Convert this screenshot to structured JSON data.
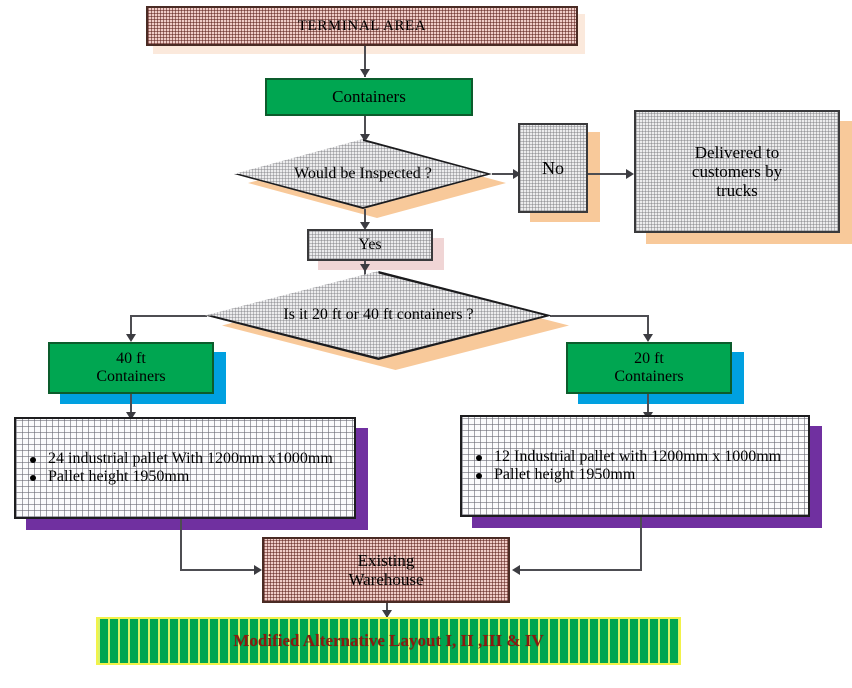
{
  "diagram": {
    "title": "Container terminal to warehouse flowchart",
    "colors": {
      "green_fill": "#00a651",
      "blue_shadow": "#00a0e0",
      "purple_shadow": "#7030a0",
      "orange_shadow": "#f8c99a",
      "pink_fill": "#f0cdc8",
      "pink_shadow": "#f0d5d5",
      "gray_fill": "#ececed",
      "banner_text": "#8c1a10",
      "banner_border": "#f2f24a"
    }
  },
  "nodes": {
    "terminal_area": {
      "label": "TERMINAL AREA"
    },
    "containers": {
      "label": "Containers"
    },
    "inspect_decision": {
      "line1": "Would be",
      "line2": "Inspected ?"
    },
    "no_box": {
      "label": "No"
    },
    "delivered": {
      "line1": "Delivered to",
      "line2": "customers by",
      "line3": "trucks"
    },
    "yes_box": {
      "label": "Yes"
    },
    "size_decision": {
      "line1": "Is it 20 ft or 40 ft",
      "line2": "containers ?"
    },
    "container_40": {
      "line1": "40 ft",
      "line2": "Containers"
    },
    "container_20": {
      "line1": "20 ft",
      "line2": "Containers"
    },
    "pallet_40": {
      "bullets": [
        "24 industrial pallet With 1200mm x1000mm",
        "Pallet height 1950mm"
      ]
    },
    "pallet_20": {
      "bullets": [
        "12  Industrial pallet with 1200mm x 1000mm",
        "Pallet height 1950mm"
      ]
    },
    "warehouse": {
      "line1": "Existing",
      "line2": "Warehouse"
    },
    "banner": {
      "label": "Modified Alternative Layout I, II ,III & IV"
    }
  }
}
